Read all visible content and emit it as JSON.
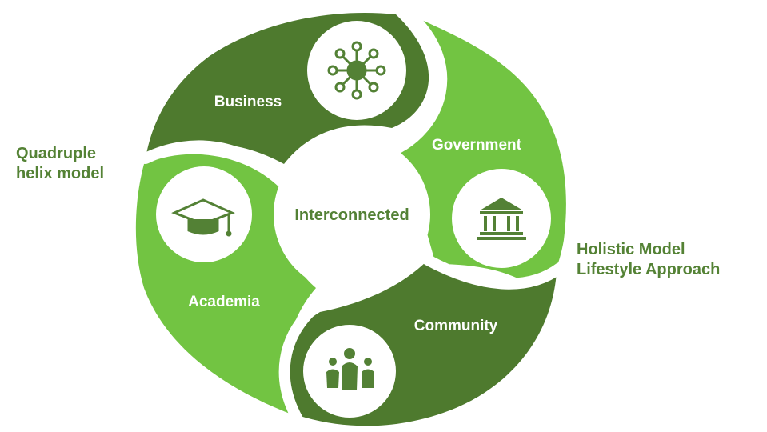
{
  "diagram": {
    "center_label": "Interconnected",
    "segments": [
      {
        "label": "Business",
        "icon": "network-hub-icon",
        "color": "#4E7A2E"
      },
      {
        "label": "Government",
        "icon": "government-building-icon",
        "color": "#72C442"
      },
      {
        "label": "Community",
        "icon": "people-group-icon",
        "color": "#4E7A2E"
      },
      {
        "label": "Academia",
        "icon": "graduation-cap-icon",
        "color": "#72C442"
      }
    ]
  },
  "side_notes": {
    "left": [
      "Quadruple",
      "helix model"
    ],
    "right": [
      "Holistic Model",
      "Lifestyle Approach"
    ]
  },
  "colors": {
    "dark_green": "#4E7A2E",
    "light_green": "#72C442",
    "text_green": "#548235",
    "icon_green": "#538135"
  }
}
